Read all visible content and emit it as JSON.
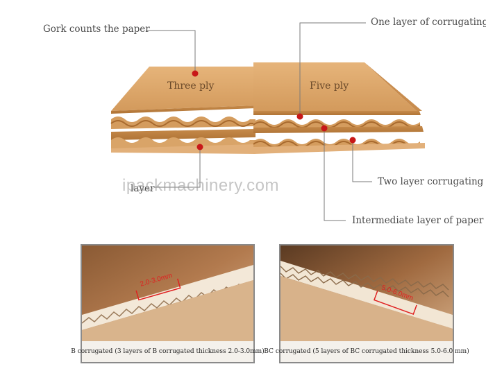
{
  "callouts": {
    "gork": "Gork counts the paper",
    "one_layer": "One layer of corrugating",
    "layer": "layer",
    "two_layer": "Two layer corrugating",
    "intermediate": "Intermediate layer of paper"
  },
  "plies": {
    "three": "Three  ply",
    "five": "Five  ply"
  },
  "watermark": "ipackmachinery.com",
  "photos": [
    {
      "caption": "B corrugated (3 layers of B corrugated thickness 2.0-3.0mm)",
      "thickness": "2.0-3.0mm"
    },
    {
      "caption": "BC corrugated (5 layers of BC corrugated thickness 5.0-6.0 mm)",
      "thickness": "5.0-6.0mm"
    }
  ],
  "colors": {
    "cardboard": "#d9a468",
    "flute": "#c98c4c",
    "marker": "#c81818"
  }
}
